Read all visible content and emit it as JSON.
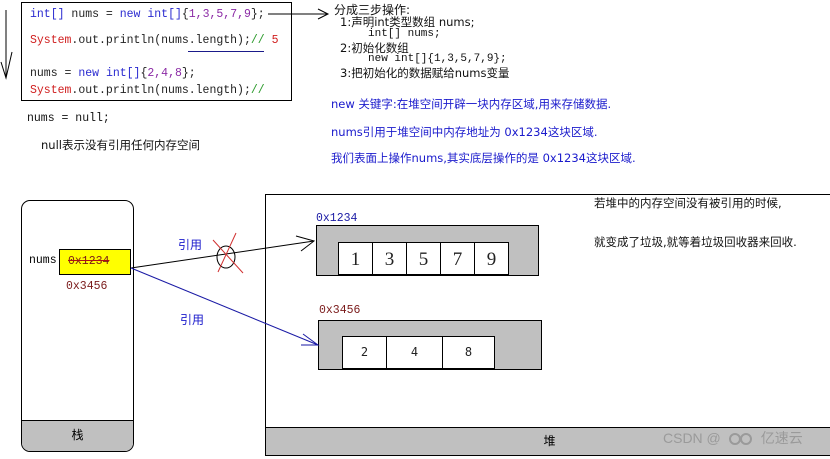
{
  "code_block": {
    "lines": [
      {
        "parts": [
          "int[]",
          " nums = ",
          "new",
          " ",
          "int[]",
          "{",
          "1,3,5,7,9",
          "};"
        ]
      },
      {
        "parts": [
          "System",
          ".out.println(nums.length);",
          "// ",
          "5"
        ]
      },
      {
        "parts": [
          "nums = ",
          "new",
          " ",
          "int[]",
          "{",
          "2,4,8",
          "};"
        ]
      },
      {
        "parts": [
          "System",
          ".out.println(nums.length);",
          "//"
        ]
      }
    ]
  },
  "null_assignment": "nums = null;",
  "null_explanation": "null表示没有引用任何内存空间",
  "steps": {
    "title": "分成三步操作:",
    "step1": "1:声明int类型数组 nums;",
    "step1_code": "int[] nums;",
    "step2": "2:初始化数组",
    "step2_code": "new int[]{1,3,5,7,9};",
    "step3": "3:把初始化的数据赋给nums变量"
  },
  "notes": [
    "new 关键字:在堆空间开辟一块内存区域,用来存储数据.",
    "nums引用于堆空间中内存地址为 0x1234这块区域.",
    "我们表面上操作nums,其实底层操作的是 0x1234这块区域."
  ],
  "stack": {
    "label": "栈",
    "var_name": "nums",
    "old_value": "0x1234",
    "new_value": "0x3456"
  },
  "heap": {
    "label": "堆",
    "array1": {
      "address": "0x1234",
      "values": [
        "1",
        "3",
        "5",
        "7",
        "9"
      ]
    },
    "array2": {
      "address": "0x3456",
      "values": [
        "2",
        "4",
        "8"
      ]
    }
  },
  "references": {
    "old_ref_label": "引用",
    "new_ref_label": "引用"
  },
  "gc_note": {
    "line1": "若堆中的内存空间没有被引用的时候,",
    "line2": "就变成了垃圾,就等着垃圾回收器来回收."
  },
  "watermark": {
    "text": "CSDN @",
    "brand": "亿速云"
  },
  "colors": {
    "keyword": "#2a2ad0",
    "literal": "#8b2aa5",
    "system": "#d02020",
    "comment": "#2a9a2a",
    "note_blue": "#1a1acc",
    "highlight": "#ffff00",
    "memory_gray": "#c0c0c0"
  }
}
